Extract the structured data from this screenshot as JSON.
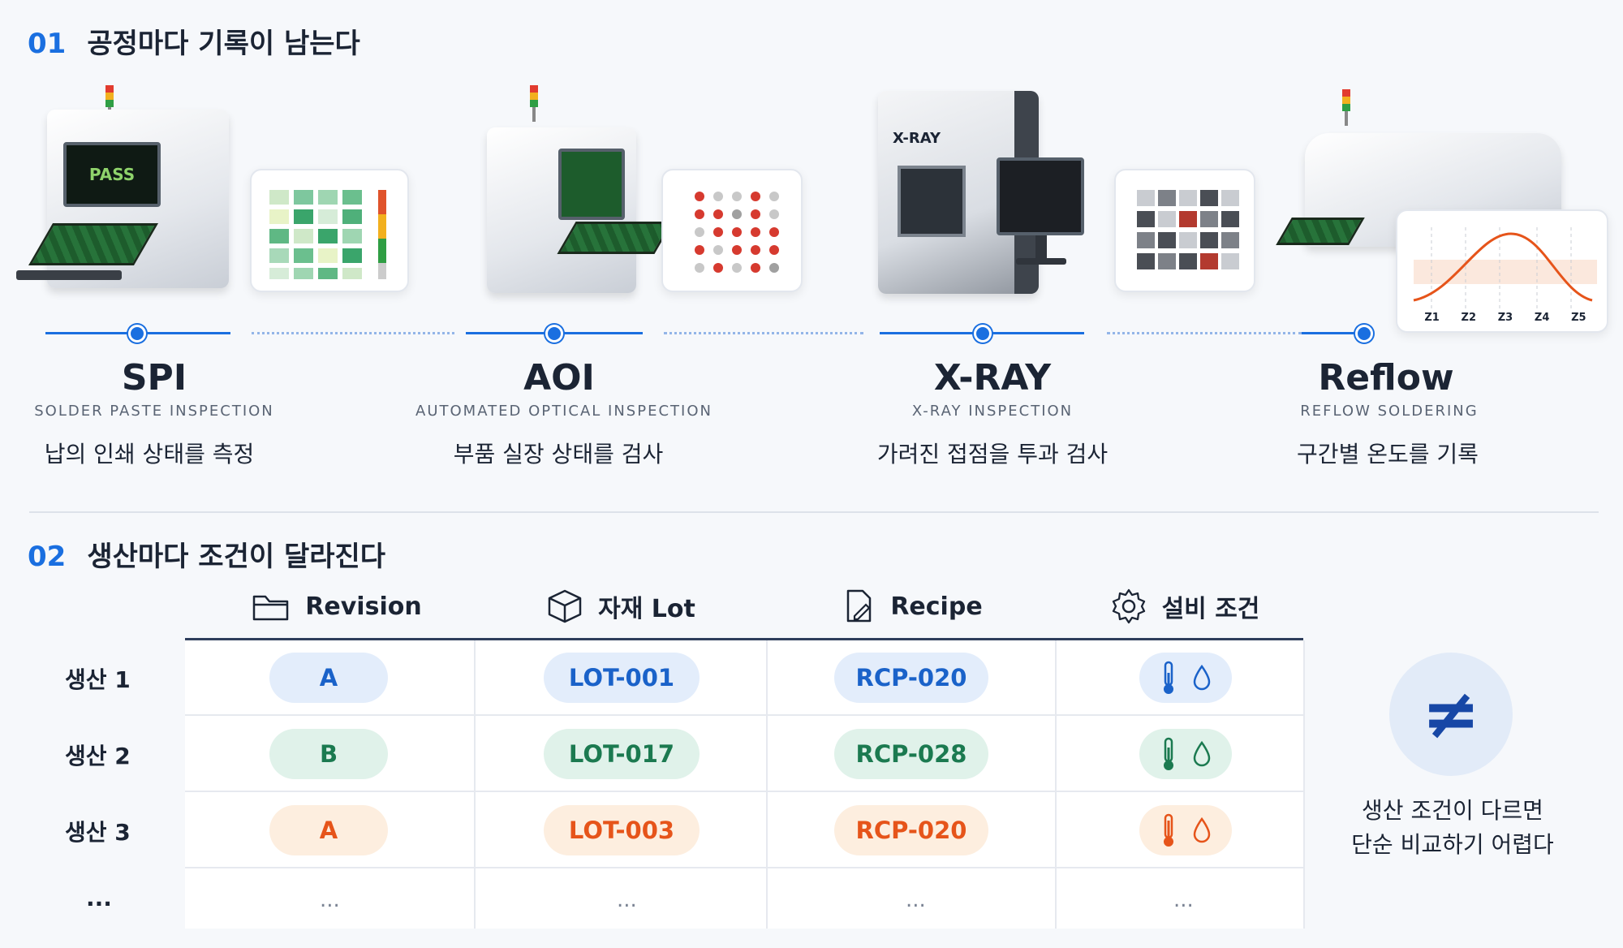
{
  "section1": {
    "num": "01",
    "title": "공정마다 기록이 남는다"
  },
  "section2": {
    "num": "02",
    "title": "생산마다 조건이 달라진다"
  },
  "machines": {
    "spi_screen": "PASS",
    "xray_label": "X-RAY"
  },
  "zones": [
    "Z1",
    "Z2",
    "Z3",
    "Z4",
    "Z5"
  ],
  "processes": [
    {
      "name": "SPI",
      "sub": "SOLDER PASTE INSPECTION",
      "desc": "납의 인쇄 상태를 측정"
    },
    {
      "name": "AOI",
      "sub": "AUTOMATED OPTICAL INSPECTION",
      "desc": "부품 실장 상태를 검사"
    },
    {
      "name": "X-RAY",
      "sub": "X-RAY INSPECTION",
      "desc": "가려진 접점을 투과 검사"
    },
    {
      "name": "Reflow",
      "sub": "REFLOW SOLDERING",
      "desc": "구간별 온도를 기록"
    }
  ],
  "table": {
    "headers": [
      {
        "label": "Revision",
        "icon": "folder-icon"
      },
      {
        "label": "자재 Lot",
        "icon": "box-icon"
      },
      {
        "label": "Recipe",
        "icon": "document-pen-icon"
      },
      {
        "label": "설비 조건",
        "icon": "gear-icon"
      }
    ],
    "rows": [
      {
        "label": "생산 1",
        "revision": "A",
        "lot": "LOT-001",
        "recipe": "RCP-020",
        "color": "#1a62c9"
      },
      {
        "label": "생산 2",
        "revision": "B",
        "lot": "LOT-017",
        "recipe": "RCP-028",
        "color": "#1b7a50"
      },
      {
        "label": "생산 3",
        "revision": "A",
        "lot": "LOT-003",
        "recipe": "RCP-020",
        "color": "#e6541a"
      }
    ],
    "ellipsis": "..."
  },
  "conclusion": {
    "symbol": "≠",
    "line1": "생산 조건이 다르면",
    "line2": "단순 비교하기 어렵다"
  },
  "colors": {
    "accent": "#1a6fe0",
    "blue": "#1a62c9",
    "green": "#1b7a50",
    "orange": "#e6541a"
  }
}
